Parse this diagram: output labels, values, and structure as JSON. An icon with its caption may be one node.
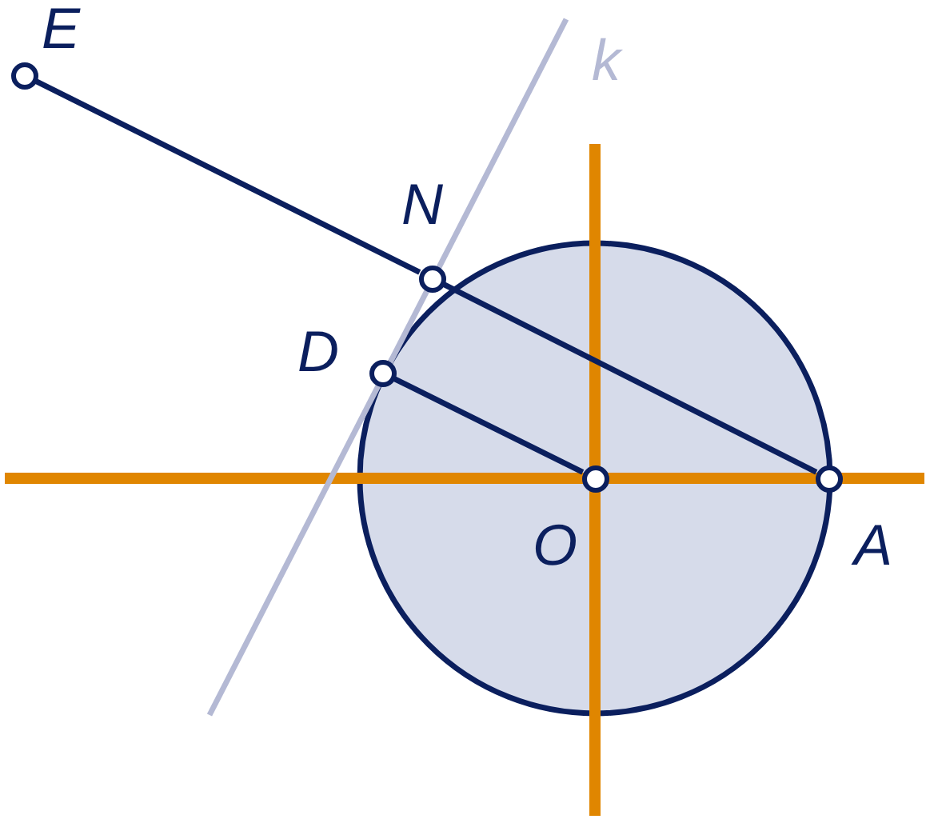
{
  "diagram": {
    "nodes": [
      {
        "text": [
          "E"
        ]
      },
      {
        "text": [
          "N"
        ]
      },
      {
        "text": [
          "D"
        ]
      },
      {
        "text": [
          "O"
        ]
      },
      {
        "text": [
          "A"
        ]
      }
    ],
    "edges": [
      {
        "from": 0,
        "to": 1,
        "arrow": "none"
      },
      {
        "from": 1,
        "to": 4,
        "arrow": "none"
      },
      {
        "from": 2,
        "to": 3,
        "arrow": "none"
      }
    ],
    "labels": [
      "k"
    ]
  }
}
